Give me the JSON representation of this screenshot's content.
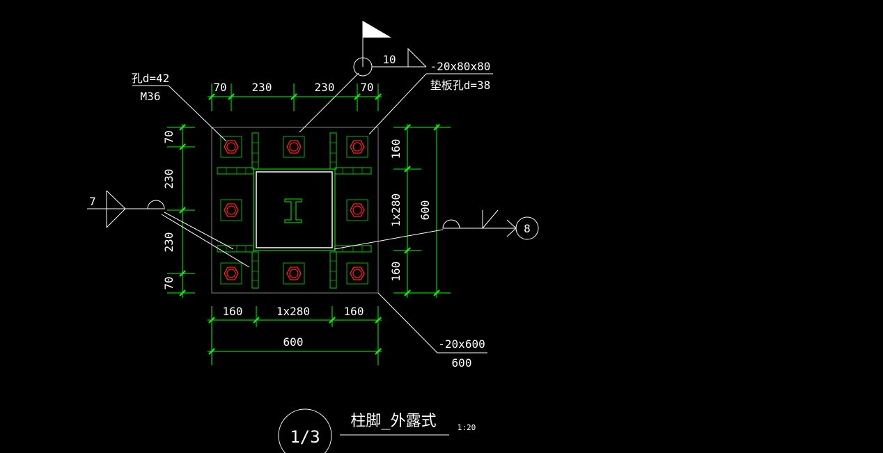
{
  "drawing": {
    "detail_number": "1/3",
    "title": "柱脚_外露式",
    "scale": "1:20"
  },
  "anchor_callout": {
    "line1": "孔d=42",
    "line2": "M36"
  },
  "washer_callout": {
    "line1": "-20x80x80",
    "line2": "垫板孔d=38"
  },
  "plate_callout": {
    "line1": "-20x600",
    "line2": "600"
  },
  "weld_top": {
    "size": "10"
  },
  "weld_left": {
    "size": "7"
  },
  "weld_right": {
    "size": "8"
  },
  "top_dims": [
    "70",
    "230",
    "230",
    "70"
  ],
  "left_dims": [
    "70",
    "230",
    "230",
    "70"
  ],
  "bottom_dims": [
    "160",
    "1x280",
    "160"
  ],
  "bottom_total": "600",
  "right_dims": [
    "160",
    "1x280",
    "160"
  ],
  "right_total": "600",
  "colors": {
    "background": "#000000",
    "dimension": "#00ff00",
    "bolt": "#ff2020",
    "outline": "#ffffff",
    "plate": "#808080",
    "stiffener": "#00c000",
    "column": "#00c000"
  }
}
